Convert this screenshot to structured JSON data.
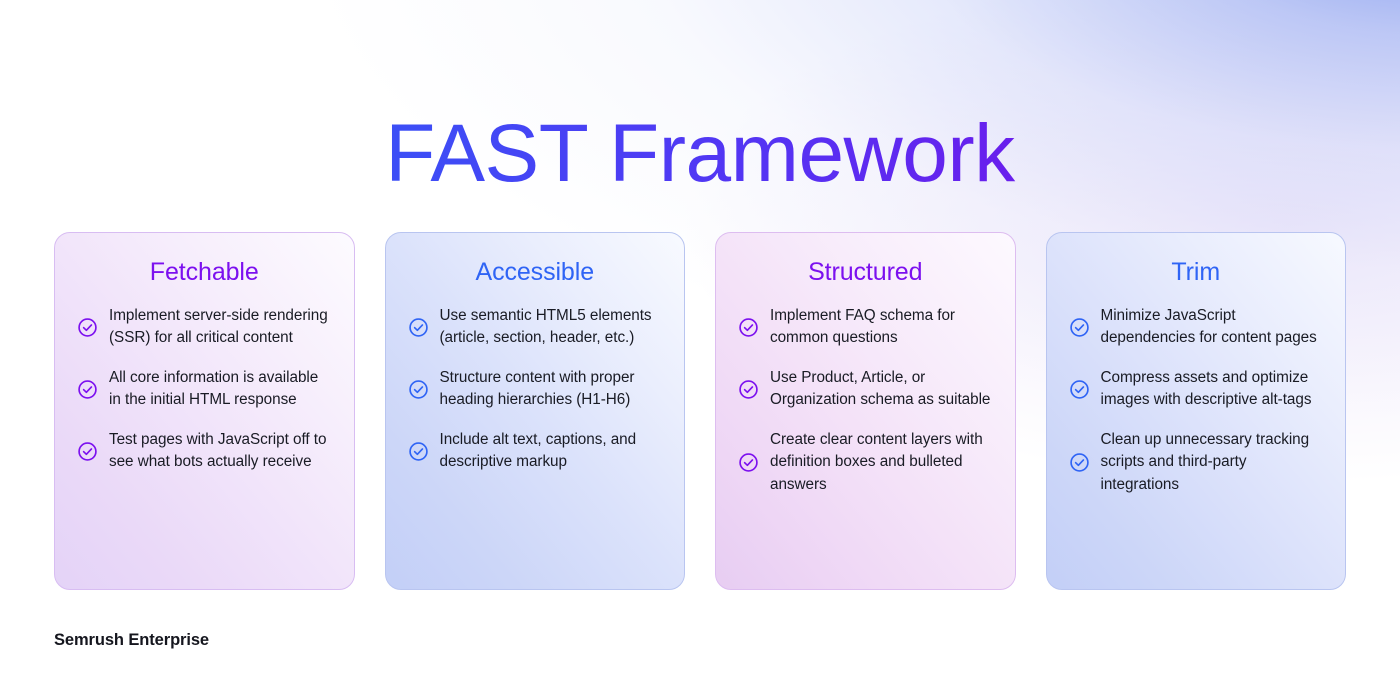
{
  "title": "FAST Framework",
  "footer": "Semrush Enterprise",
  "colors": {
    "title_gradient_start": "#2f5cf7",
    "title_gradient_end": "#7d0ce6",
    "accent_violet": "#7c10ef",
    "accent_blue": "#2f64f5",
    "body_text": "#191b24",
    "page_background": "#ffffff"
  },
  "icons": {
    "check": "check-circle-icon"
  },
  "cards": [
    {
      "title": "Fetchable",
      "accent": "violet",
      "theme": "violet",
      "items": [
        "Implement server-side rendering (SSR) for all critical content",
        "All core information is available in the initial HTML response",
        "Test pages with JavaScript off to see what bots actually receive"
      ]
    },
    {
      "title": "Accessible",
      "accent": "blue",
      "theme": "blue",
      "items": [
        "Use semantic HTML5 elements (article, section, header, etc.)",
        "Structure content with proper heading hierarchies (H1-H6)",
        "Include alt text, captions, and descriptive markup"
      ]
    },
    {
      "title": "Structured",
      "accent": "violet",
      "theme": "pink",
      "items": [
        "Implement FAQ schema for common questions",
        "Use Product, Article, or Organization schema as suitable",
        "Create clear content layers with definition boxes and bulleted answers"
      ]
    },
    {
      "title": "Trim",
      "accent": "blue",
      "theme": "indigo",
      "items": [
        "Minimize JavaScript dependencies for content pages",
        "Compress assets and optimize images with descriptive alt-tags",
        "Clean up unnecessary tracking scripts and third-party integrations"
      ]
    }
  ]
}
